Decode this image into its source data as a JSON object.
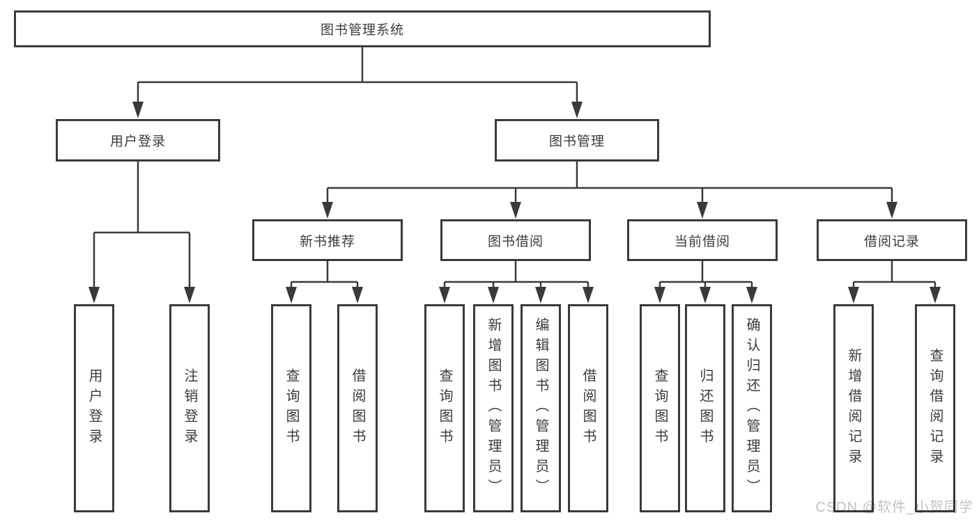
{
  "diagram": {
    "root": "图书管理系统",
    "branches": [
      {
        "label": "用户登录",
        "children": [
          "用户登录",
          "注销登录"
        ]
      },
      {
        "label": "图书管理",
        "sections": [
          {
            "label": "新书推荐",
            "children": [
              "查询图书",
              "借阅图书"
            ]
          },
          {
            "label": "图书借阅",
            "children": [
              "查询图书",
              "新增图书（管理员）",
              "编辑图书（管理员）",
              "借阅图书"
            ]
          },
          {
            "label": "当前借阅",
            "children": [
              "查询图书",
              "归还图书",
              "确认归还（管理员）"
            ]
          },
          {
            "label": "借阅记录",
            "children": [
              "新增借阅记录",
              "查询借阅记录"
            ]
          }
        ]
      }
    ]
  },
  "watermark": "CSDN @软件_小贺同学",
  "colors": {
    "line": "#3a3a3a",
    "text": "#3b3b3b",
    "watermark": "#c2c2c7"
  }
}
